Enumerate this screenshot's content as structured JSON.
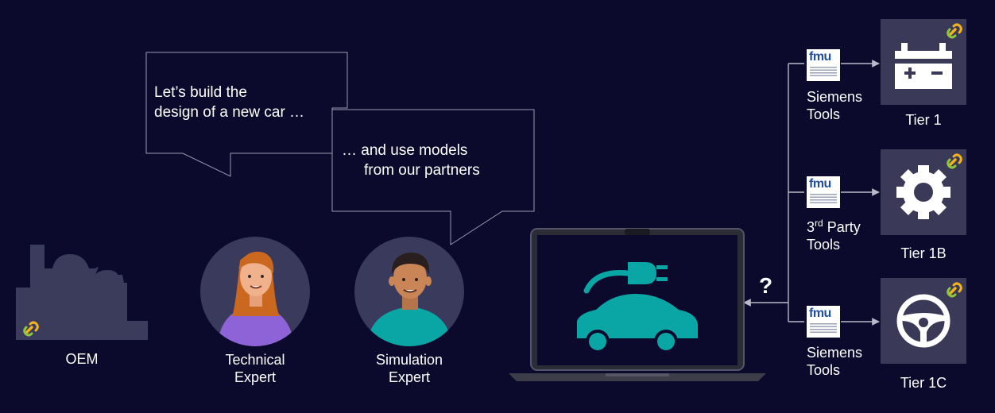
{
  "bubbles": {
    "first": {
      "line1": "Let’s build the",
      "line2": "design of a new car …"
    },
    "second": {
      "line1": "… and use models",
      "line2": "from our partners"
    }
  },
  "people": [
    {
      "line1": "Technical",
      "line2": "Expert"
    },
    {
      "line1": "Simulation",
      "line2": "Expert"
    }
  ],
  "oem": {
    "label": "OEM"
  },
  "laptop": {
    "question": "?"
  },
  "tools": [
    {
      "line1": "Siemens",
      "line2": "Tools"
    },
    {
      "line1_main": "3",
      "line1_sup": "rd",
      "line1_rest": " Party",
      "line2": "Tools"
    },
    {
      "line1": "Siemens",
      "line2": "Tools"
    }
  ],
  "fmu_logo_text": "fmu",
  "tiers": [
    {
      "label": "Tier 1",
      "icon": "battery-icon"
    },
    {
      "label": "Tier 1B",
      "icon": "gear-icon"
    },
    {
      "label": "Tier 1C",
      "icon": "steering-wheel-icon"
    }
  ],
  "colors": {
    "background": "#0b0a2c",
    "accent_teal": "#0aa6a6",
    "link_icon_yellow": "#f2b31d",
    "link_icon_green": "#8ec63f",
    "tile": "#3a3a58"
  }
}
